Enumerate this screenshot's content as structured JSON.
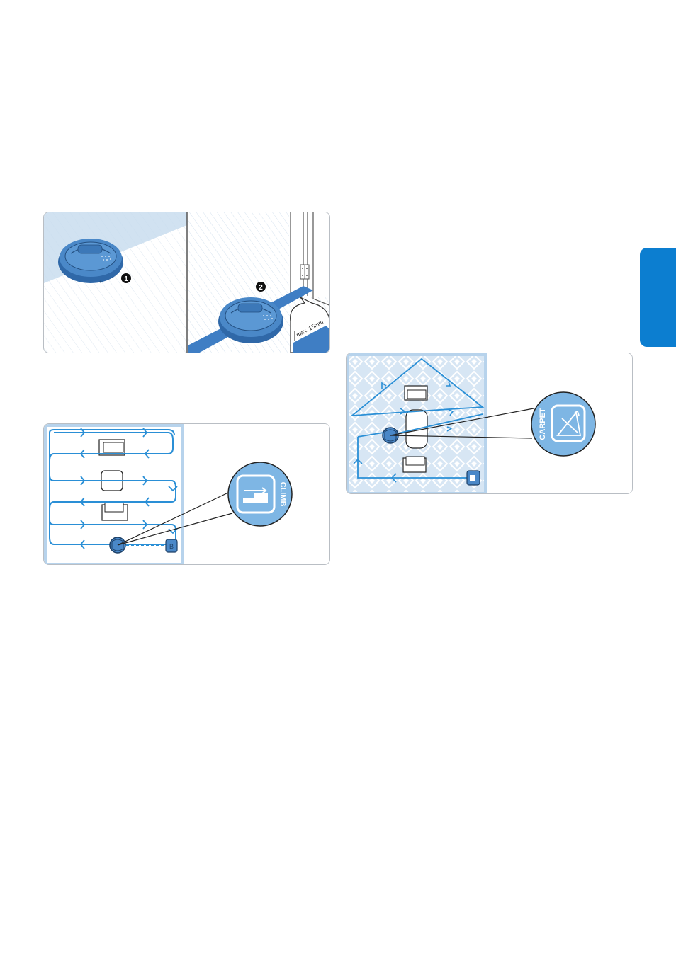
{
  "figure_robot": {
    "step1": "1",
    "step2": "2",
    "threshold_label": "max. 15mm"
  },
  "figure_climb": {
    "badge_label": "CLIMB"
  },
  "figure_carpet": {
    "badge_label": "CARPET"
  },
  "colors": {
    "accent": "#0c7ed0",
    "path_blue": "#2a8fd6",
    "floor_light": "#c8dcf0",
    "robot_body": "#3f7ec4"
  }
}
